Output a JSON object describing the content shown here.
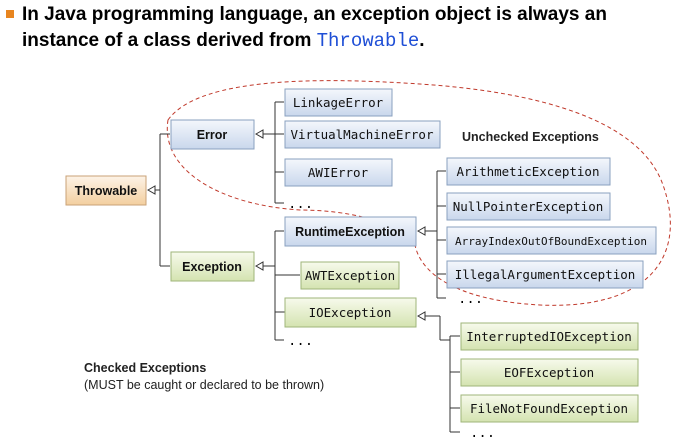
{
  "heading": {
    "text": "In Java programming language, an exception object is always an instance of a class derived from ",
    "code": "Throwable",
    "end": "."
  },
  "nodes": {
    "throwable": "Throwable",
    "error": "Error",
    "exception": "Exception",
    "linkage_error": "LinkageError",
    "virtual_machine_error": "VirtualMachineError",
    "awt_error": "AWIError",
    "runtime_exception": "RuntimeException",
    "awt_exception": "AWTException",
    "io_exception": "IOException",
    "arithmetic_exception": "ArithmeticException",
    "null_pointer_exception": "NullPointerException",
    "array_index_exception": "ArrayIndexOutOfBoundException",
    "illegal_argument_exception": "IllegalArgumentException",
    "interrupted_io_exception": "InterruptedIOException",
    "eof_exception": "EOFException",
    "file_not_found_exception": "FileNotFoundException"
  },
  "ellipsis": "...",
  "labels": {
    "unchecked": "Unchecked Exceptions",
    "checked_title": "Checked Exceptions",
    "checked_note": "(MUST be caught or declared to be thrown)"
  }
}
